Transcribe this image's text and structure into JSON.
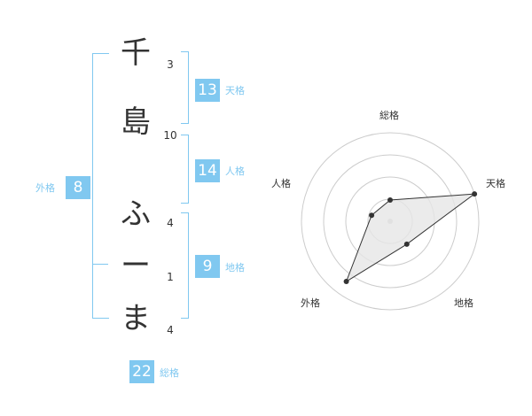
{
  "name_chars": [
    {
      "char": "千",
      "strokes": "3"
    },
    {
      "char": "島",
      "strokes": "10"
    },
    {
      "char": "ふ",
      "strokes": "4"
    },
    {
      "char": "ー",
      "strokes": "1"
    },
    {
      "char": "ま",
      "strokes": "4"
    }
  ],
  "fortune": {
    "tenkaku": {
      "value": "13",
      "label": "天格"
    },
    "jinkaku": {
      "value": "14",
      "label": "人格"
    },
    "chikaku": {
      "value": "9",
      "label": "地格"
    },
    "gaikaku": {
      "value": "8",
      "label": "外格"
    },
    "soukaku": {
      "value": "22",
      "label": "総格"
    }
  },
  "colors": {
    "accent": "#80c8f0",
    "text": "#333333",
    "radar_grid": "#cccccc",
    "radar_fill": "#e6e6e6"
  },
  "chart_data": {
    "type": "radar",
    "axes": [
      "総格",
      "天格",
      "地格",
      "外格",
      "人格"
    ],
    "values": [
      0.24,
      1.0,
      0.32,
      0.84,
      0.22
    ],
    "rings": 4,
    "range": [
      0,
      1
    ]
  }
}
